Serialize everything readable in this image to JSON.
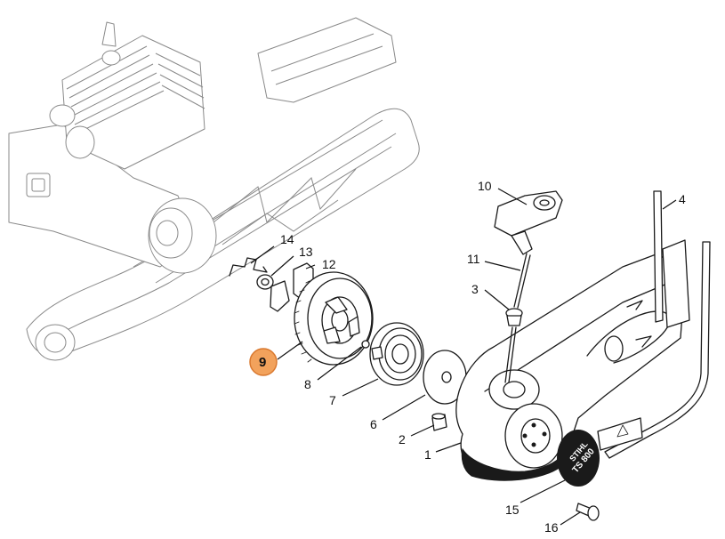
{
  "diagram": {
    "highlight_color": "#f2a25c",
    "highlight_stroke": "#d9782e",
    "highlighted_part": "9",
    "logo_brand": "STIHL",
    "logo_model": "TS 800",
    "callouts": [
      {
        "id": "c1",
        "label": "1"
      },
      {
        "id": "c2",
        "label": "2"
      },
      {
        "id": "c3",
        "label": "3"
      },
      {
        "id": "c4",
        "label": "4"
      },
      {
        "id": "c6",
        "label": "6"
      },
      {
        "id": "c7",
        "label": "7"
      },
      {
        "id": "c8",
        "label": "8"
      },
      {
        "id": "c9",
        "label": "9"
      },
      {
        "id": "c10",
        "label": "10"
      },
      {
        "id": "c11",
        "label": "11"
      },
      {
        "id": "c12",
        "label": "12"
      },
      {
        "id": "c13",
        "label": "13"
      },
      {
        "id": "c14",
        "label": "14"
      },
      {
        "id": "c15",
        "label": "15"
      },
      {
        "id": "c16",
        "label": "16"
      }
    ]
  }
}
